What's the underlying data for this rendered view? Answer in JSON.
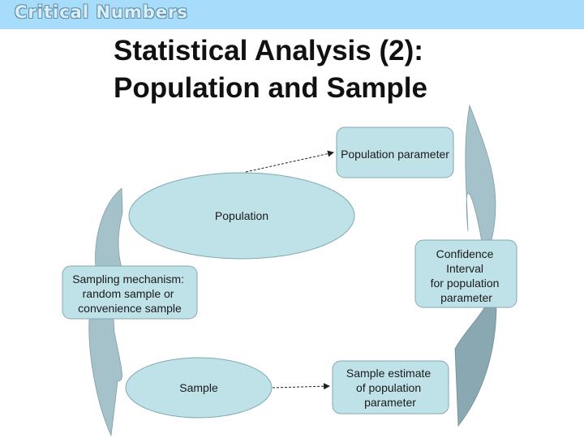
{
  "header": {
    "logo_text": "Critical Numbers"
  },
  "title": {
    "line1": "Statistical Analysis (2):",
    "line2": "Population and Sample"
  },
  "diagram": {
    "population": "Population",
    "sample": "Sample",
    "population_parameter": "Population parameter",
    "sampling_mechanism": [
      "Sampling mechanism:",
      "random sample or",
      "convenience sample"
    ],
    "confidence_interval": [
      "Confidence",
      "Interval",
      "for population",
      "parameter"
    ],
    "sample_estimate": [
      "Sample estimate",
      "of population",
      "parameter"
    ]
  },
  "colors": {
    "banner": "#a8dcfb",
    "node_fill": "#bfe2e8",
    "node_stroke": "#7fa9b3",
    "cycle_arrow": "#a5c1c9",
    "cycle_arrow_dark": "#8aa8b1"
  }
}
